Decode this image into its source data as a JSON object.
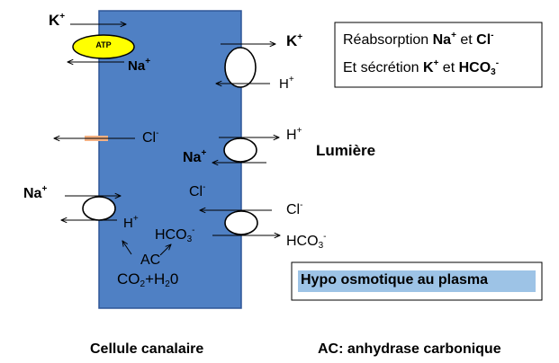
{
  "cell": {
    "caption": "Cellule canalaire",
    "fill": "#4f80c4",
    "border": "#2f5597"
  },
  "lumen_label": "Lumière",
  "legend_ac": "AC: anhydrase carbonique",
  "summary": {
    "line1_pre": "Réabsorption ",
    "line1_na": "Na",
    "line1_na_sup": "+",
    "line1_mid": " et  ",
    "line1_cl": "Cl",
    "line1_cl_sup": "-",
    "line2_pre": "Et sécrétion ",
    "line2_k": "K",
    "line2_k_sup": "+",
    "line2_mid": " et ",
    "line2_hco": "HCO",
    "line2_hco_sub": "3",
    "line2_hco_sup": "-"
  },
  "hypo_box": {
    "text": "Hypo osmotique au plasma",
    "highlight": "#9dc3e6"
  },
  "pump": {
    "label": "ATP",
    "fill": "#ffff00",
    "k_in": {
      "base": "K",
      "sup": "+"
    },
    "na_out": {
      "base": "Na",
      "sup": "+"
    }
  },
  "apical_k_h": {
    "k": {
      "base": "K",
      "sup": "+"
    },
    "h": {
      "base": "H",
      "sup": "+"
    }
  },
  "cl_channel": {
    "cl": {
      "base": "Cl",
      "sup": "-"
    },
    "color": "#f4b183"
  },
  "apical_na_h": {
    "h": {
      "base": "H",
      "sup": "+"
    },
    "na": {
      "base": "Na",
      "sup": "+"
    }
  },
  "basal_na_h": {
    "na": {
      "base": "Na",
      "sup": "+"
    },
    "h": {
      "base": "H",
      "sup": "+"
    }
  },
  "apical_cl_hco3": {
    "cl_in": {
      "base": "Cl",
      "sup": "-"
    },
    "cl_out": {
      "base": "Cl",
      "sup": "-"
    },
    "hco3_in": {
      "base": "HCO",
      "sub": "3",
      "sup": "-"
    },
    "hco3_out": {
      "base": "HCO",
      "sub": "3",
      "sup": "-"
    }
  },
  "reaction": {
    "enzyme": "AC",
    "substrate_a": "CO",
    "substrate_a_sub": "2",
    "plus": "+H",
    "substrate_b_sub": "2",
    "substrate_b_end": "0"
  }
}
